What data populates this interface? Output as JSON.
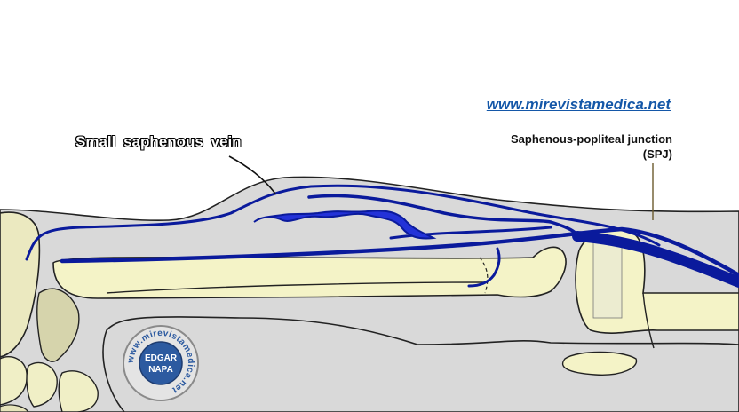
{
  "website": "www.mirevistamedica.net",
  "labels": {
    "small_saphenous_vein": "Small saphenous vein",
    "spj_line1": "Saphenous-popliteal junction",
    "spj_line2": "(SPJ)"
  },
  "seal": {
    "name_line1": "EDGAR",
    "name_line2": "NAPA",
    "ring_text": "www.mirevistamedica.net"
  },
  "colors": {
    "vein": "#0a1a9c",
    "varicose": "#2332d8",
    "bone": "#f4f3c7",
    "soft_tissue": "#d9d9d9",
    "link": "#1457a8"
  }
}
